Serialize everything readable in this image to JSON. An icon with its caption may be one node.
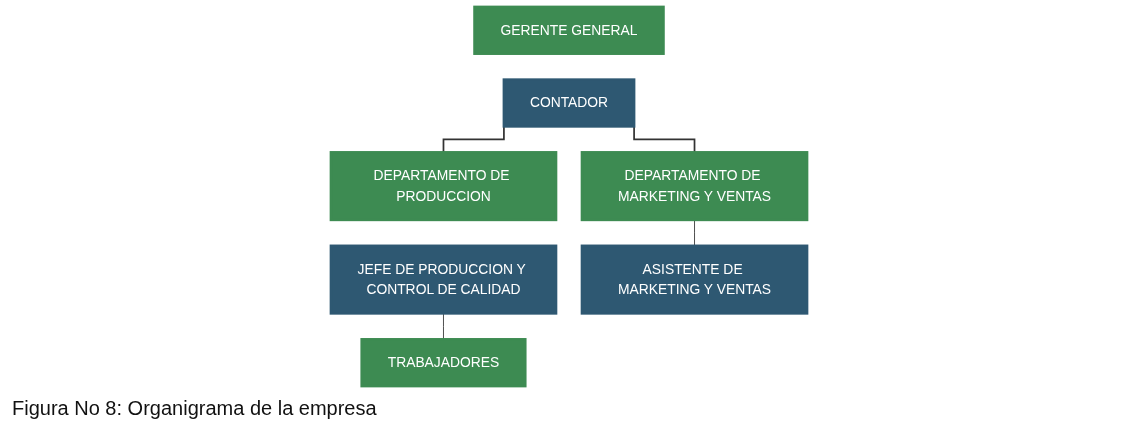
{
  "diagram": {
    "caption": "Figura No 8: Organigrama de la empresa",
    "nodes": [
      {
        "text": [
          "GERENTE GENERAL"
        ]
      },
      {
        "text": [
          "CONTADOR"
        ]
      },
      {
        "text": [
          "DEPARTAMENTO DE PRODUCCION"
        ]
      },
      {
        "text": [
          "DEPARTAMENTO DE MARKETING Y VENTAS"
        ]
      },
      {
        "text": [
          "JEFE DE PRODUCCION Y CONTROL DE CALIDAD"
        ]
      },
      {
        "text": [
          "TRABAJADORES"
        ]
      },
      {
        "text": [
          "ASISTENTE DE MARKETING Y VENTAS"
        ]
      }
    ],
    "edges": [
      {
        "from": 1,
        "to": 2,
        "arrow": "none"
      },
      {
        "from": 1,
        "to": 3,
        "arrow": "none"
      },
      {
        "from": 4,
        "to": 5,
        "arrow": "none"
      },
      {
        "from": 3,
        "to": 6,
        "arrow": "none"
      }
    ]
  }
}
